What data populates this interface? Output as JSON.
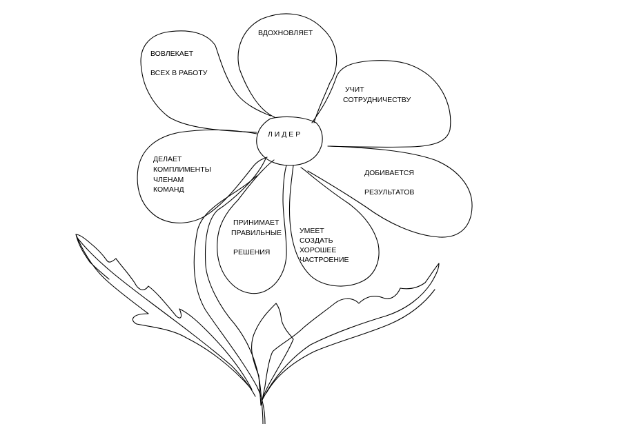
{
  "diagram": {
    "center": "Л И Д Е Р",
    "petals": {
      "inspires": [
        "ВДОХНОВЛЯЕТ"
      ],
      "involves": [
        "ВОВЛЕКАЕТ",
        "ВСЕХ В РАБОТУ"
      ],
      "teaches": [
        "УЧИТ",
        "СОТРУДНИЧЕСТВУ"
      ],
      "compliments": [
        "ДЕЛАЕТ",
        "КОМПЛИМЕНТЫ",
        "ЧЛЕНАМ",
        "КОМАНД"
      ],
      "results": [
        "ДОБИВАЕТСЯ",
        "РЕЗУЛЬТАТОВ"
      ],
      "decisions": [
        "ПРИНИМАЕТ",
        "ПРАВИЛЬНЫЕ",
        "РЕШЕНИЯ"
      ],
      "mood": [
        "УМЕЕТ",
        "СОЗДАТЬ",
        "ХОРОШЕЕ",
        "ЧАСТРОЕНИЕ"
      ]
    },
    "stroke_color": "#000000",
    "background_color": "#ffffff"
  }
}
